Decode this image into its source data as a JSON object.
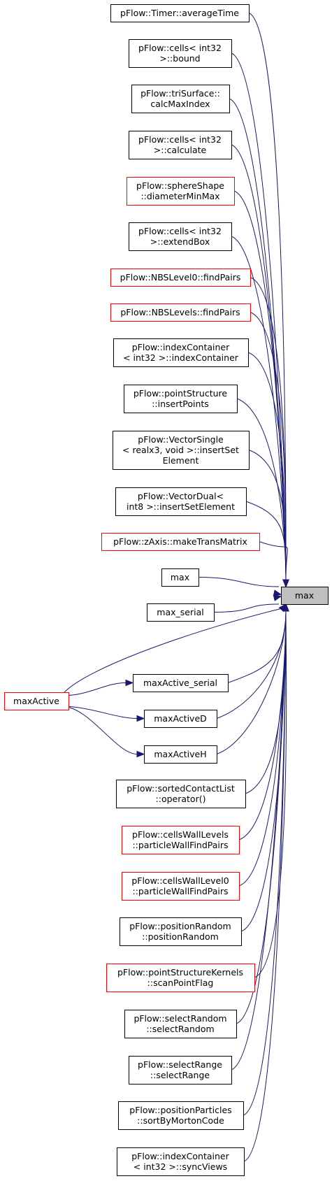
{
  "target": {
    "label": "max"
  },
  "nodes": [
    {
      "id": "avgtime",
      "lines": [
        "pFlow::Timer::averageTime"
      ],
      "red": false
    },
    {
      "id": "bound",
      "lines": [
        "pFlow::cells< int32",
        ">::bound"
      ],
      "red": false
    },
    {
      "id": "calcmax",
      "lines": [
        "pFlow::triSurface::",
        "calcMaxIndex"
      ],
      "red": false
    },
    {
      "id": "calculate",
      "lines": [
        "pFlow::cells< int32",
        ">::calculate"
      ],
      "red": false
    },
    {
      "id": "diameter",
      "lines": [
        "pFlow::sphereShape",
        "::diameterMinMax"
      ],
      "red": true
    },
    {
      "id": "extendbox",
      "lines": [
        "pFlow::cells< int32",
        ">::extendBox"
      ],
      "red": false
    },
    {
      "id": "nbs0",
      "lines": [
        "pFlow::NBSLevel0::findPairs"
      ],
      "red": true
    },
    {
      "id": "nbss",
      "lines": [
        "pFlow::NBSLevels::findPairs"
      ],
      "red": true
    },
    {
      "id": "indexcont",
      "lines": [
        "pFlow::indexContainer",
        "< int32 >::indexContainer"
      ],
      "red": false
    },
    {
      "id": "insertpoints",
      "lines": [
        "pFlow::pointStructure",
        "::insertPoints"
      ],
      "red": false
    },
    {
      "id": "vecsingle",
      "lines": [
        "pFlow::VectorSingle",
        "< realx3, void >::insertSet",
        "Element"
      ],
      "red": false
    },
    {
      "id": "vecdual",
      "lines": [
        "pFlow::VectorDual<",
        "int8 >::insertSetElement"
      ],
      "red": false
    },
    {
      "id": "zaxis",
      "lines": [
        "pFlow::zAxis::makeTransMatrix"
      ],
      "red": true
    },
    {
      "id": "max2",
      "lines": [
        "max"
      ],
      "red": false
    },
    {
      "id": "maxserial",
      "lines": [
        "max_serial"
      ],
      "red": false
    },
    {
      "id": "maxactiveserial",
      "lines": [
        "maxActive_serial"
      ],
      "red": false
    },
    {
      "id": "maxactived",
      "lines": [
        "maxActiveD"
      ],
      "red": false
    },
    {
      "id": "maxactiveh",
      "lines": [
        "maxActiveH"
      ],
      "red": false
    },
    {
      "id": "maxactive",
      "lines": [
        "maxActive"
      ],
      "red": true
    },
    {
      "id": "sorted",
      "lines": [
        "pFlow::sortedContactList",
        "::operator()"
      ],
      "red": false
    },
    {
      "id": "cwlevels",
      "lines": [
        "pFlow::cellsWallLevels",
        "::particleWallFindPairs"
      ],
      "red": true
    },
    {
      "id": "cwlevel0",
      "lines": [
        "pFlow::cellsWallLevel0",
        "::particleWallFindPairs"
      ],
      "red": true
    },
    {
      "id": "posrandom",
      "lines": [
        "pFlow::positionRandom",
        "::positionRandom"
      ],
      "red": false
    },
    {
      "id": "pskernels",
      "lines": [
        "pFlow::pointStructureKernels",
        "::scanPointFlag"
      ],
      "red": true
    },
    {
      "id": "selrandom",
      "lines": [
        "pFlow::selectRandom",
        "::selectRandom"
      ],
      "red": false
    },
    {
      "id": "selrange",
      "lines": [
        "pFlow::selectRange",
        "::selectRange"
      ],
      "red": false
    },
    {
      "id": "posparticles",
      "lines": [
        "pFlow::positionParticles",
        "::sortByMortonCode"
      ],
      "red": false
    },
    {
      "id": "syncviews",
      "lines": [
        "pFlow::indexContainer",
        "< int32 >::syncViews"
      ],
      "red": false
    }
  ],
  "edges": [
    {
      "from": "avgtime",
      "to": "max"
    },
    {
      "from": "bound",
      "to": "max"
    },
    {
      "from": "calcmax",
      "to": "max"
    },
    {
      "from": "calculate",
      "to": "max"
    },
    {
      "from": "diameter",
      "to": "max"
    },
    {
      "from": "extendbox",
      "to": "max"
    },
    {
      "from": "nbs0",
      "to": "max"
    },
    {
      "from": "nbss",
      "to": "max"
    },
    {
      "from": "indexcont",
      "to": "max"
    },
    {
      "from": "insertpoints",
      "to": "max"
    },
    {
      "from": "vecsingle",
      "to": "max"
    },
    {
      "from": "vecdual",
      "to": "max"
    },
    {
      "from": "zaxis",
      "to": "max"
    },
    {
      "from": "max2",
      "to": "max"
    },
    {
      "from": "maxserial",
      "to": "max"
    },
    {
      "from": "maxactive",
      "to": "max"
    },
    {
      "from": "maxactive",
      "to": "maxactiveserial"
    },
    {
      "from": "maxactive",
      "to": "maxactived"
    },
    {
      "from": "maxactive",
      "to": "maxactiveh"
    },
    {
      "from": "maxactiveserial",
      "to": "max"
    },
    {
      "from": "maxactived",
      "to": "max"
    },
    {
      "from": "maxactiveh",
      "to": "max"
    },
    {
      "from": "sorted",
      "to": "max"
    },
    {
      "from": "cwlevels",
      "to": "max"
    },
    {
      "from": "cwlevel0",
      "to": "max"
    },
    {
      "from": "posrandom",
      "to": "max"
    },
    {
      "from": "pskernels",
      "to": "max"
    },
    {
      "from": "selrandom",
      "to": "max"
    },
    {
      "from": "selrange",
      "to": "max"
    },
    {
      "from": "posparticles",
      "to": "max"
    },
    {
      "from": "syncviews",
      "to": "max"
    }
  ]
}
